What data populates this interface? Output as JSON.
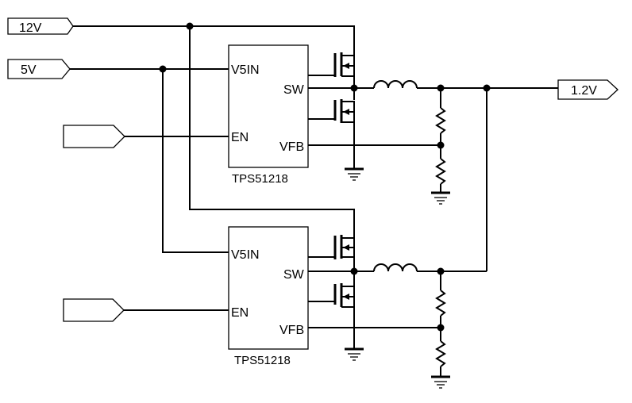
{
  "ports": {
    "v12": "12V",
    "v5": "5V",
    "en1": "",
    "en2": "",
    "vout": "1.2V"
  },
  "ic1": {
    "part": "TPS51218",
    "pins": {
      "v5in": "V5IN",
      "sw": "SW",
      "en": "EN",
      "vfb": "VFB"
    }
  },
  "ic2": {
    "part": "TPS51218",
    "pins": {
      "v5in": "V5IN",
      "sw": "SW",
      "en": "EN",
      "vfb": "VFB"
    }
  }
}
